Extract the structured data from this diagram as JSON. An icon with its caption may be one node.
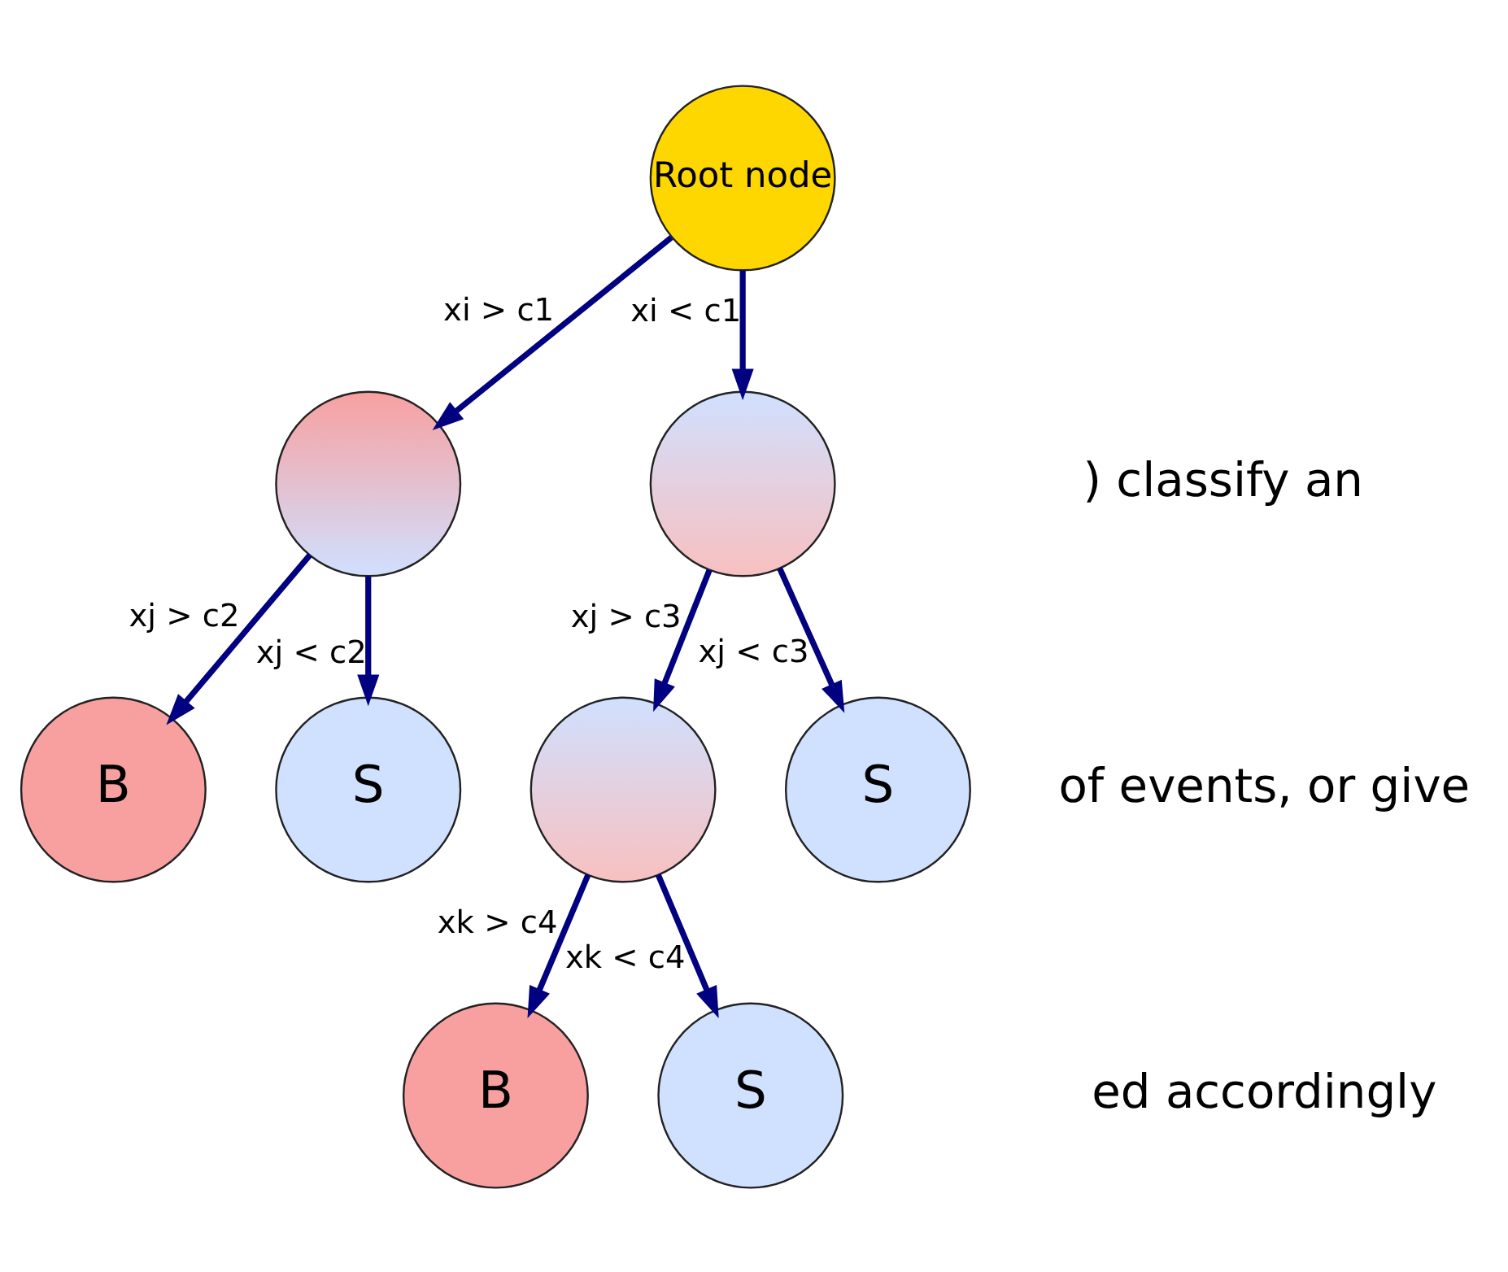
{
  "diagram": {
    "nodes": [
      {
        "text": [
          "Root node"
        ]
      },
      {
        "text": [],
        "shape": "circle"
      },
      {
        "text": [],
        "shape": "circle"
      },
      {
        "text": [
          "B"
        ]
      },
      {
        "text": [
          "S"
        ]
      },
      {
        "text": [],
        "shape": "circle"
      },
      {
        "text": [
          "S"
        ]
      },
      {
        "text": [
          "B"
        ]
      },
      {
        "text": [
          "S"
        ]
      }
    ],
    "edges": [
      {
        "from": 0,
        "to": 1,
        "arrow": "to",
        "label": "xi > c1"
      },
      {
        "from": 0,
        "to": 2,
        "arrow": "to",
        "label": "xi < c1"
      },
      {
        "from": 1,
        "to": 3,
        "arrow": "to",
        "label": "xj > c2"
      },
      {
        "from": 1,
        "to": 4,
        "arrow": "to",
        "label": "xj < c2"
      },
      {
        "from": 2,
        "to": 5,
        "arrow": "to",
        "label": "xj > c3"
      },
      {
        "from": 2,
        "to": 6,
        "arrow": "to",
        "label": "xj < c3"
      },
      {
        "from": 5,
        "to": 7,
        "arrow": "to",
        "label": "xk > c4"
      },
      {
        "from": 5,
        "to": 8,
        "arrow": "to",
        "label": "xk < c4"
      }
    ],
    "labels": [
      ") classify an",
      "of events, or give",
      "ed accordingly"
    ]
  }
}
